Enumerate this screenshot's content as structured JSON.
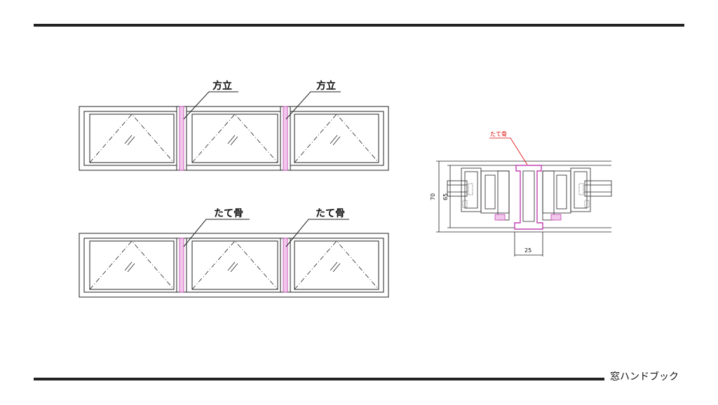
{
  "diagram": {
    "top_labels": [
      "方立",
      "方立"
    ],
    "bottom_labels": [
      "たて骨",
      "たて骨"
    ],
    "section_label": "たて骨",
    "dimensions": {
      "overall": "70",
      "inner": "65",
      "width": "25"
    },
    "colors": {
      "member_fill": "#f2c8ec",
      "member_stroke": "#c040b0",
      "accent_red": "#e00000",
      "line": "#222222"
    }
  },
  "footer": {
    "brand": "窓ハンドブック"
  }
}
